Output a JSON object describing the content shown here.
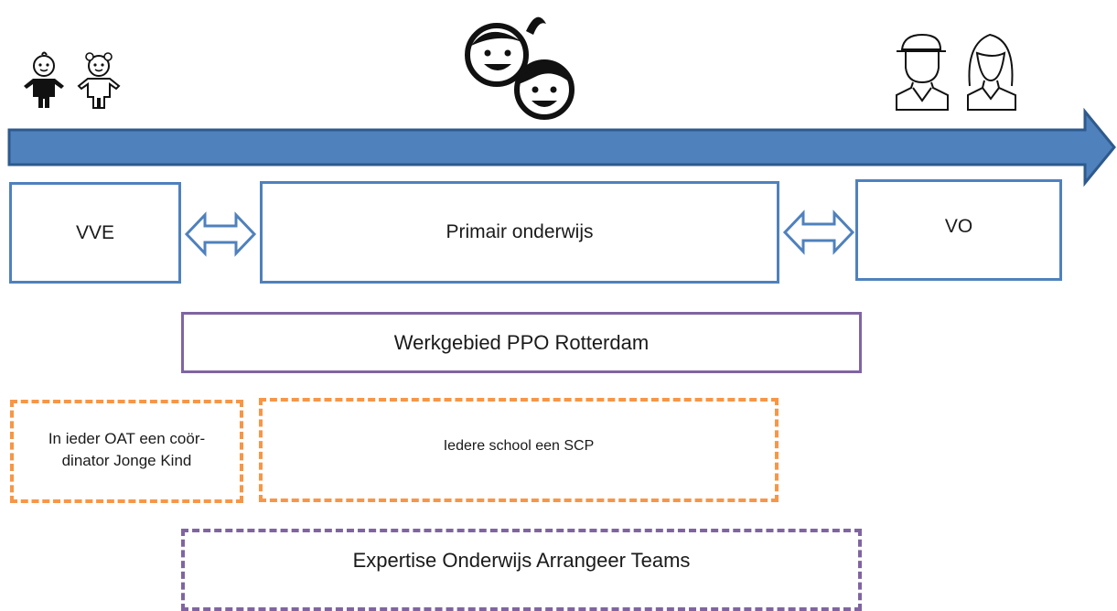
{
  "stages": {
    "vve": "VVE",
    "primary": "Primair onderwijs",
    "vo": "VO"
  },
  "region": "Werkgebied PPO Rotterdam",
  "coordinators": {
    "oat": "In ieder OAT een coör-\ndinator Jonge Kind",
    "school": "Iedere school een SCP"
  },
  "expertise": "Expertise Onderwijs Arrangeer Teams",
  "icons": {
    "toddlers": "baby-icons",
    "children": "child-faces-icon",
    "teens": "teenager-icons"
  },
  "colors": {
    "stage": "#4f81bd",
    "region": "#8064a2",
    "coordinator": "#f79646",
    "timeline_fill": "#4f81bd",
    "timeline_stroke": "#2e5a8c"
  }
}
